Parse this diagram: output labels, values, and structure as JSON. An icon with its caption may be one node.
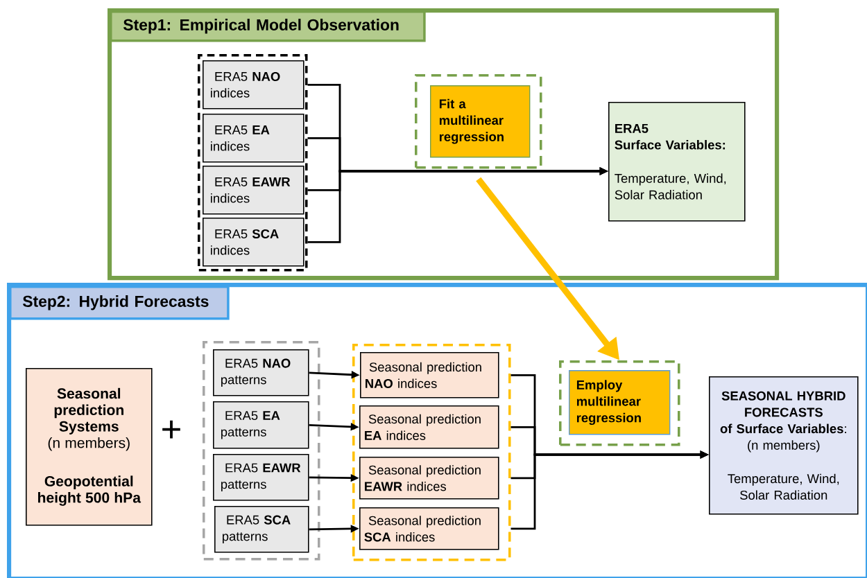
{
  "diagram": {
    "nodes": [
      {
        "text": [
          "Step1: Empirical Model Observation"
        ]
      },
      {
        "text": [],
        "shape": "box",
        "in": 0
      },
      {
        "text": [
          "ERA5 **NAO** indices"
        ],
        "in": 1
      },
      {
        "text": [
          "ERA5 **EA** indices"
        ],
        "in": 1
      },
      {
        "text": [
          "ERA5 **EAWR** indices"
        ],
        "in": 1
      },
      {
        "text": [
          "ERA5 **SCA** indices"
        ],
        "in": 1
      },
      {
        "text": [],
        "shape": "box",
        "in": 0
      },
      {
        "text": [
          "Fit a multilinear regression"
        ],
        "in": 6
      },
      {
        "text": [
          "ERA5",
          "Surface Variables:",
          "Temperature, Wind, Solar Radiation"
        ],
        "in": 0
      },
      {
        "text": [
          "Step2: Hybrid Forecasts"
        ]
      },
      {
        "text": [
          "Seasonal prediction Systems",
          "(n members)",
          "Geopotential height 500 hPa"
        ],
        "in": 9
      },
      {
        "text": [],
        "shape": "box",
        "in": 9
      },
      {
        "text": [
          "ERA5 **NAO** patterns"
        ],
        "in": 11
      },
      {
        "text": [
          "ERA5 **EA** patterns"
        ],
        "in": 11
      },
      {
        "text": [
          "ERA5 **EAWR** patterns"
        ],
        "in": 11
      },
      {
        "text": [
          "ERA5 **SCA** patterns"
        ],
        "in": 11
      },
      {
        "text": [],
        "shape": "box",
        "in": 9
      },
      {
        "text": [
          "Seasonal prediction **NAO** indices"
        ],
        "in": 16
      },
      {
        "text": [
          "Seasonal prediction **EA** indices"
        ],
        "in": 16
      },
      {
        "text": [
          "Seasonal prediction **EAWR** indices"
        ],
        "in": 16
      },
      {
        "text": [
          "Seasonal prediction **SCA** indices"
        ],
        "in": 16
      },
      {
        "text": [],
        "shape": "box",
        "in": 9
      },
      {
        "text": [
          "Employ multilinear regression"
        ],
        "in": 21
      },
      {
        "text": [
          "SEASONAL HYBRID FORECASTS",
          "**of Surface Variables**:",
          "(n members)",
          "Temperature, Wind, Solar Radiation"
        ],
        "in": 9
      }
    ],
    "edges": [
      {
        "from": 2,
        "to": 8,
        "arrow": "to"
      },
      {
        "from": 3,
        "to": 8,
        "arrow": "to"
      },
      {
        "from": 4,
        "to": 8,
        "arrow": "to"
      },
      {
        "from": 5,
        "to": 8,
        "arrow": "to"
      },
      {
        "from": 12,
        "to": 17,
        "arrow": "to"
      },
      {
        "from": 13,
        "to": 18,
        "arrow": "to"
      },
      {
        "from": 14,
        "to": 19,
        "arrow": "to"
      },
      {
        "from": 15,
        "to": 20,
        "arrow": "to"
      },
      {
        "from": 17,
        "to": 23,
        "arrow": "to"
      },
      {
        "from": 18,
        "to": 23,
        "arrow": "to"
      },
      {
        "from": 19,
        "to": 23,
        "arrow": "to"
      },
      {
        "from": 20,
        "to": 23,
        "arrow": "to"
      },
      {
        "from": 6,
        "to": 21,
        "arrow": "to",
        "style": "thick",
        "color": "#ffc000"
      }
    ],
    "labels": [
      "+"
    ]
  }
}
